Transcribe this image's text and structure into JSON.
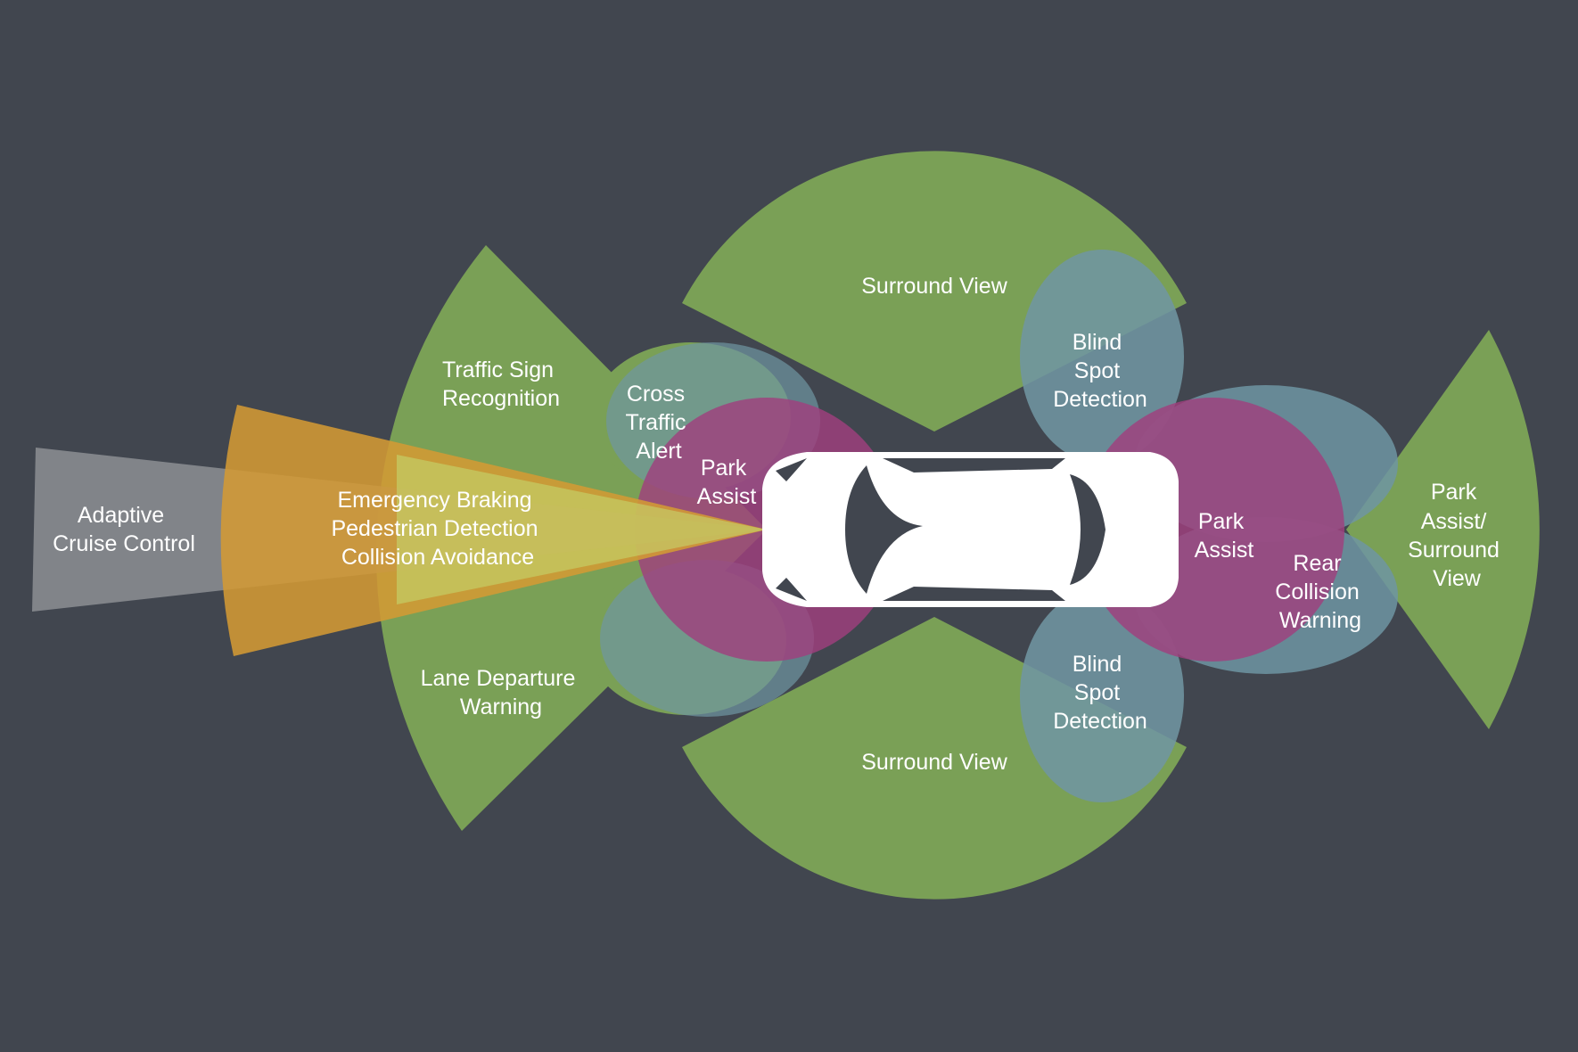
{
  "colors": {
    "background": "#41464f",
    "green": "#7aa056",
    "blue": "#6f95a2",
    "magenta": "#a0407e",
    "orange": "#d39a34",
    "gray": "#7a7d82",
    "yellow_green": "#c2dc72",
    "car": "#ffffff"
  },
  "zones": {
    "acc": [
      "Adaptive",
      "Cruise Control"
    ],
    "emergency": [
      "Emergency Braking",
      "Pedestrian Detection",
      "Collision Avoidance"
    ],
    "traffic_sign": [
      "Traffic Sign",
      "Recognition"
    ],
    "lane_departure": [
      "Lane Departure",
      "Warning"
    ],
    "cross_traffic": [
      "Cross",
      "Traffic",
      "Alert"
    ],
    "park_assist_front": [
      "Park",
      "Assist"
    ],
    "surround_top": [
      "Surround View"
    ],
    "surround_bottom": [
      "Surround View"
    ],
    "blind_spot_top": [
      "Blind",
      "Spot",
      "Detection"
    ],
    "blind_spot_bottom": [
      "Blind",
      "Spot",
      "Detection"
    ],
    "park_assist_rear": [
      "Park",
      "Assist"
    ],
    "rear_collision": [
      "Rear",
      "Collision",
      "Warning"
    ],
    "park_surround_rear": [
      "Park",
      "Assist/",
      "Surround",
      "View"
    ]
  }
}
